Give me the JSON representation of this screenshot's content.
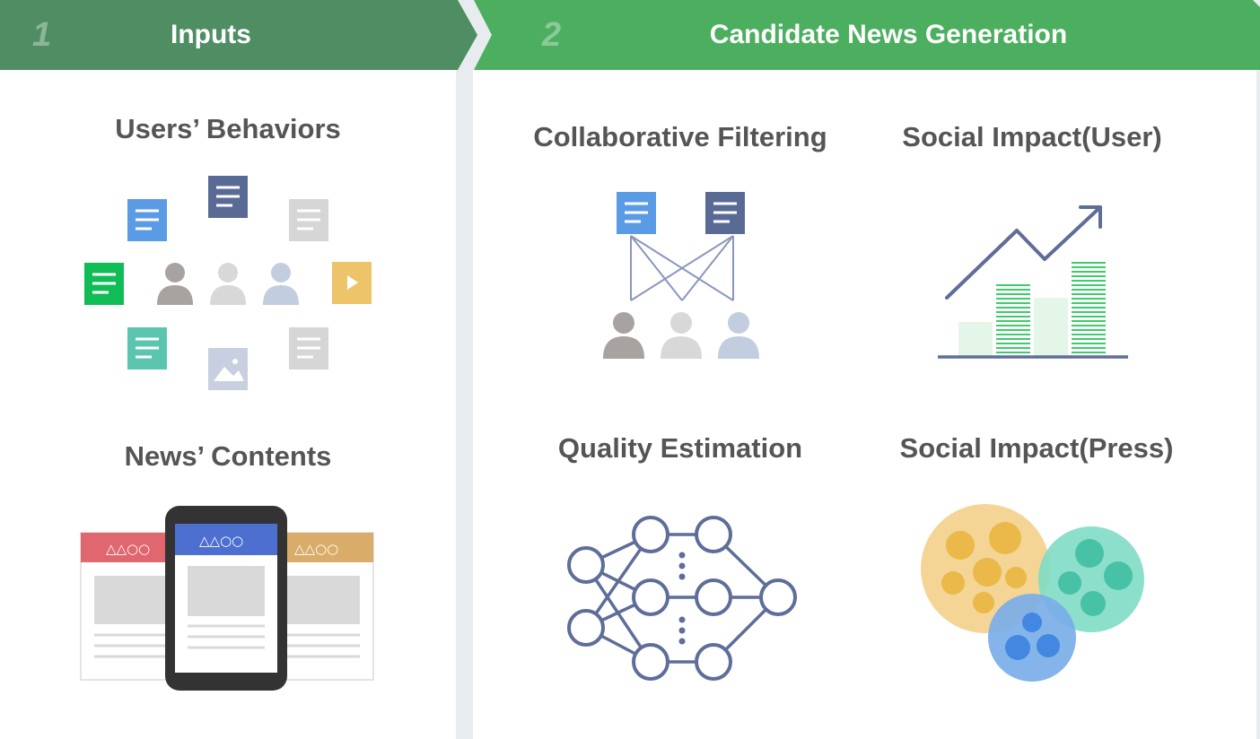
{
  "steps": [
    {
      "number": "1",
      "title": "Inputs"
    },
    {
      "number": "2",
      "title": "Candidate News Generation"
    }
  ],
  "inputs": {
    "users_behaviors": "Users’ Behaviors",
    "news_contents": "News’ Contents",
    "device_tab_symbols": "△△○○"
  },
  "generation": {
    "collaborative_filtering": "Collaborative Filtering",
    "social_impact_user": "Social Impact(User)",
    "quality_estimation": "Quality Estimation",
    "social_impact_press": "Social Impact(Press)"
  },
  "colors": {
    "step1_banner": "#4f8e63",
    "step2_banner": "#4cae5f",
    "title_text": "#555555",
    "doc_blue": "#5b9be6",
    "doc_navy": "#596a95",
    "doc_gray": "#d6d6d6",
    "doc_green": "#0fbc55",
    "doc_teal": "#5bc5b0",
    "video_yellow": "#eec46a",
    "line_navy": "#5e6d99",
    "bar_green": "#3ecb6c",
    "bubble_yellow": "#f3d08a",
    "bubble_teal": "#7fdcc5",
    "bubble_blue": "#7aaee8"
  }
}
